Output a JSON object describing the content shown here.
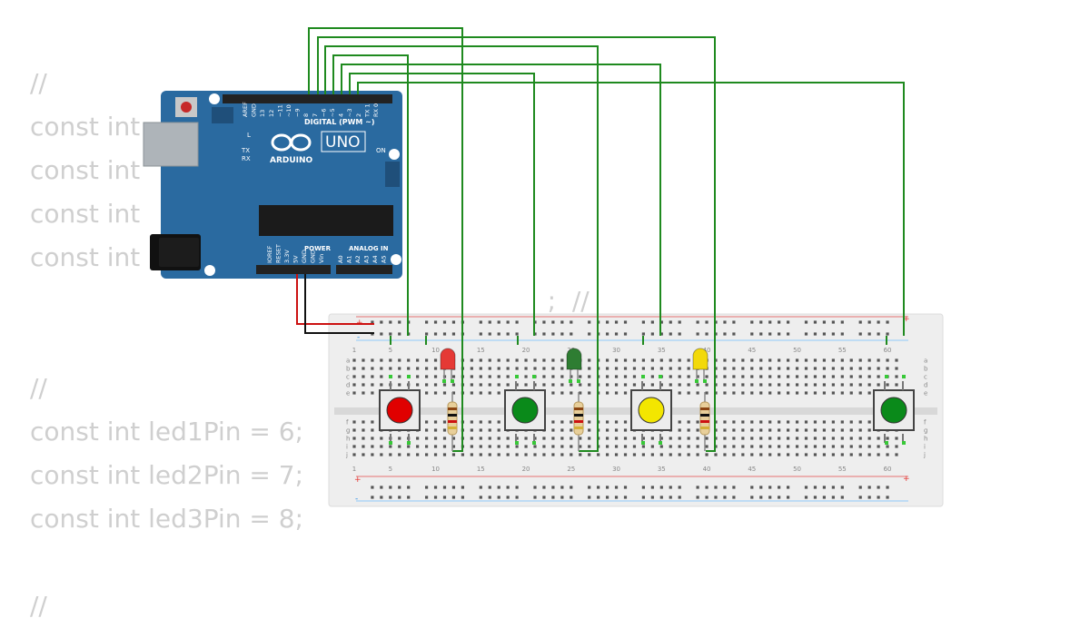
{
  "code_lines": [
    "//",
    "const int ",
    "const int ",
    "const int ",
    "const int ",
    "                                                                ;  //",
    "",
    "//",
    "const int led1Pin = 6;",
    "const int led2Pin = 7;",
    "const int led3Pin = 8;",
    "",
    "//"
  ],
  "arduino": {
    "brand": "ARDUINO",
    "model": "UNO",
    "digital_label": "DIGITAL (PWM ~)",
    "power_label": "POWER",
    "analog_label": "ANALOG IN",
    "on_label": "ON",
    "l_label": "L",
    "tx_label": "TX",
    "rx_label": "RX",
    "top_pins": [
      "AREF",
      "GND",
      "13",
      "12",
      "~11",
      "~10",
      "~9",
      "8",
      "7",
      "~6",
      "~5",
      "4",
      "~3",
      "2",
      "TX 1",
      "RX 0"
    ],
    "power_pins": [
      "IOREF",
      "RESET",
      "3.3V",
      "5V",
      "GND",
      "GND",
      "Vin"
    ],
    "analog_pins": [
      "A0",
      "A1",
      "A2",
      "A3",
      "A4",
      "A5"
    ]
  },
  "breadboard": {
    "column_numbers": [
      "1",
      "5",
      "10",
      "15",
      "20",
      "25",
      "30",
      "35",
      "40",
      "45",
      "50",
      "55",
      "60"
    ],
    "row_letters_top": [
      "a",
      "b",
      "c",
      "d",
      "e"
    ],
    "row_letters_bottom": [
      "f",
      "g",
      "h",
      "i",
      "j"
    ],
    "rail_plus": "+",
    "rail_minus": "-"
  },
  "components": {
    "leds": [
      {
        "name": "red-led",
        "color": "#e53935"
      },
      {
        "name": "green-led",
        "color": "#2e7d32"
      },
      {
        "name": "yellow-led",
        "color": "#f2d90a"
      }
    ],
    "buttons": [
      {
        "name": "red-button",
        "color": "#e00000"
      },
      {
        "name": "green-button",
        "color": "#0a8a1a"
      },
      {
        "name": "yellow-button",
        "color": "#f3e600"
      },
      {
        "name": "green-button-2",
        "color": "#0a8a1a"
      }
    ]
  },
  "colors": {
    "board": "#2a6aa0",
    "wire_green": "#1f8a1f",
    "wire_red": "#cc1111",
    "wire_black": "#111111",
    "breadboard": "#eeeeee"
  }
}
